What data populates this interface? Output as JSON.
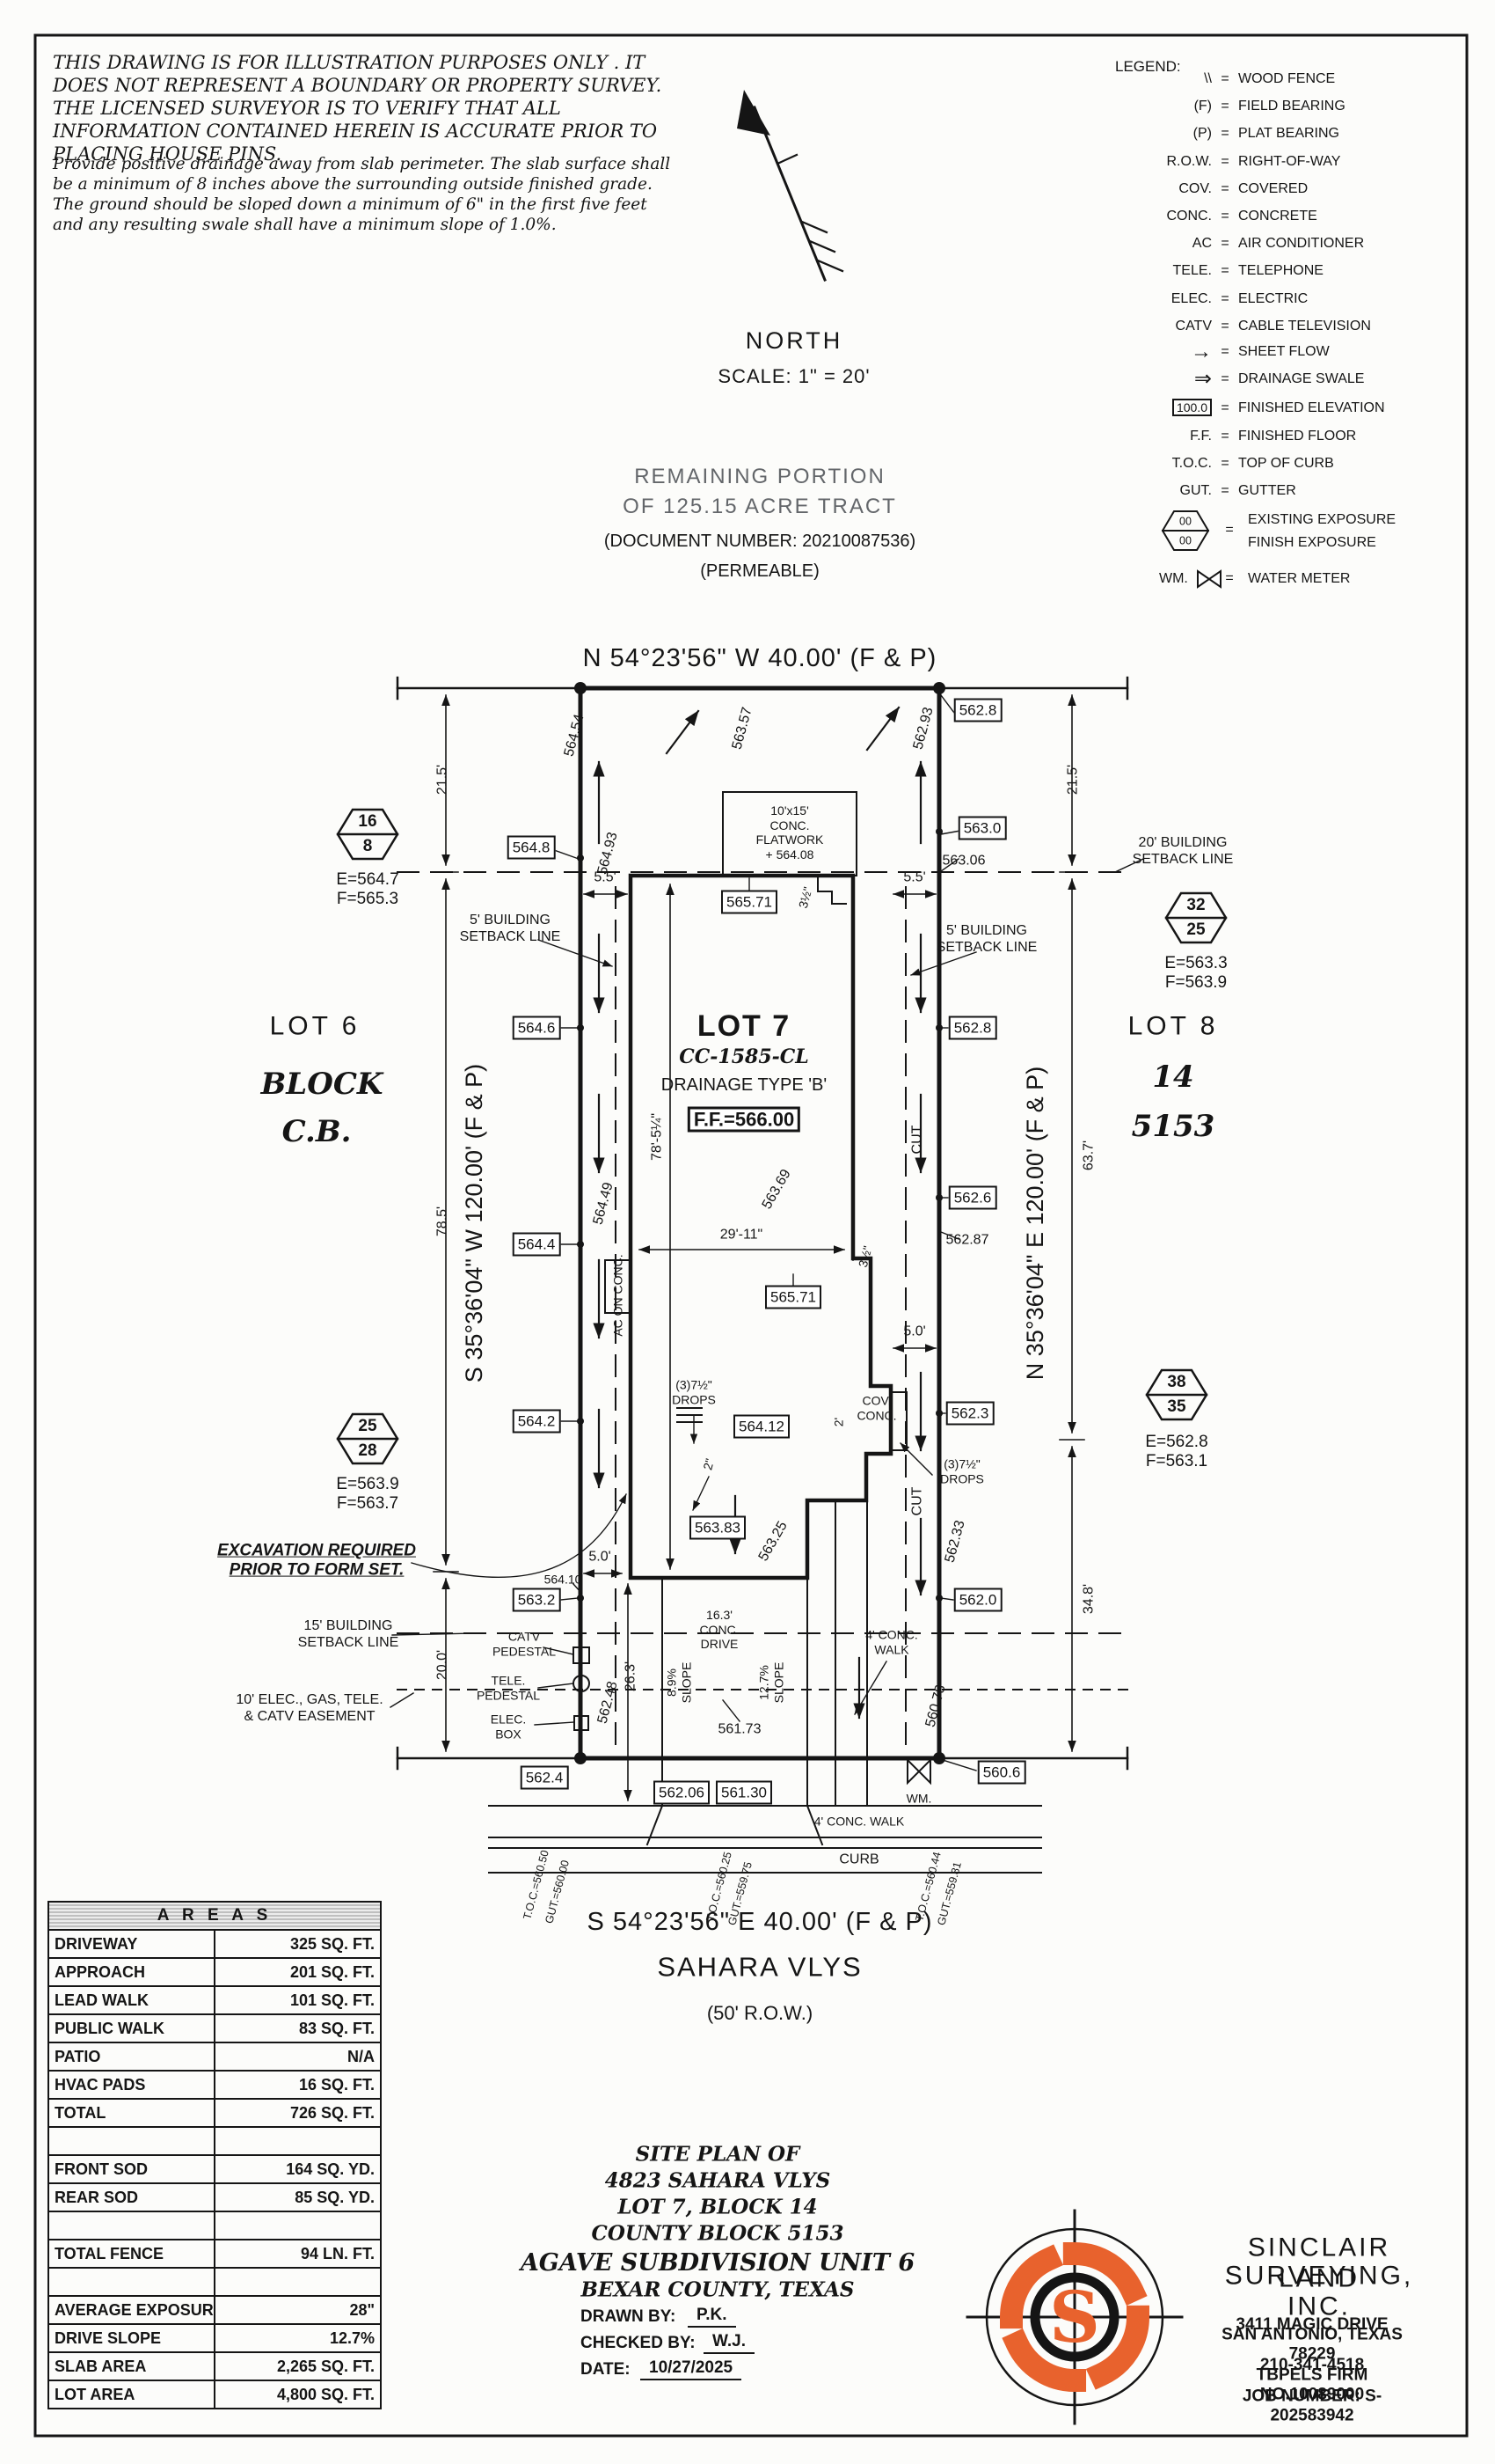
{
  "colors": {
    "accent": "#e8622d",
    "ink": "#151515"
  },
  "disclaimer": {
    "para1": "THIS DRAWING IS FOR ILLUSTRATION PURPOSES ONLY . IT DOES NOT REPRESENT A BOUNDARY OR PROPERTY SURVEY. THE LICENSED SURVEYOR IS TO VERIFY THAT ALL INFORMATION CONTAINED HEREIN IS ACCURATE PRIOR TO PLACING HOUSE PINS.",
    "para2": "Provide positive drainage away from slab perimeter. The slab surface shall be a minimum of 8 inches above the surrounding outside finished grade. The ground should be sloped down a minimum of 6\" in the first five feet and any resulting swale shall have a minimum slope of 1.0%."
  },
  "compass": {
    "north": "NORTH",
    "scale": "SCALE:  1\" = 20'"
  },
  "legend": {
    "title": "LEGEND:",
    "equals": "=",
    "items": [
      {
        "sym": "\\\\",
        "label": "WOOD FENCE"
      },
      {
        "sym": "(F)",
        "label": "FIELD BEARING"
      },
      {
        "sym": "(P)",
        "label": "PLAT BEARING"
      },
      {
        "sym": "R.O.W.",
        "label": "RIGHT-OF-WAY"
      },
      {
        "sym": "COV.",
        "label": "COVERED"
      },
      {
        "sym": "CONC.",
        "label": "CONCRETE"
      },
      {
        "sym": "AC",
        "label": "AIR CONDITIONER"
      },
      {
        "sym": "TELE.",
        "label": "TELEPHONE"
      },
      {
        "sym": "ELEC.",
        "label": "ELECTRIC"
      },
      {
        "sym": "CATV",
        "label": "CABLE TELEVISION"
      },
      {
        "sym": "→",
        "label": "SHEET FLOW"
      },
      {
        "sym": "⇒",
        "label": "DRAINAGE SWALE"
      },
      {
        "sym": "100.0",
        "label": "FINISHED ELEVATION"
      },
      {
        "sym": "F.F.",
        "label": "FINISHED FLOOR"
      },
      {
        "sym": "T.O.C.",
        "label": "TOP OF CURB"
      },
      {
        "sym": "GUT.",
        "label": "GUTTER"
      }
    ],
    "exposure_top": "00",
    "exposure_bottom": "00",
    "exposure_label1": "EXISTING EXPOSURE",
    "exposure_label2": "FINISH EXPOSURE",
    "wm_sym": "WM.",
    "wm_label": "WATER METER"
  },
  "tract": {
    "l1": "REMAINING PORTION",
    "l2": "OF 125.15 ACRE TRACT",
    "l3": "(DOCUMENT NUMBER: 20210087536)",
    "l4": "(PERMEABLE)"
  },
  "plan": {
    "bearing_top": "N 54°23'56\" W  40.00'  (F & P)",
    "bearing_bottom": "S 54°23'56\" E  40.00'  (F & P)",
    "bearing_left": "S 35°36'04\" W  120.00'  (F & P)",
    "bearing_right": "N 35°36'04\" E  120.00'  (F & P)",
    "street_name": "SAHARA VLYS",
    "street_row": "(50' R.O.W.)",
    "lot6": {
      "name": "LOT 6",
      "line2": "BLOCK",
      "line3": "C.B."
    },
    "lot7": {
      "name": "LOT 7",
      "line2": "CC-1585-CL",
      "line3": "DRAINAGE TYPE 'B'",
      "ff": "F.F.=566.00"
    },
    "lot8": {
      "name": "LOT 8",
      "line2": "14",
      "line3": "5153"
    },
    "markers": [
      {
        "a": "16",
        "b": "8",
        "e": "E=564.7",
        "f": "F=565.3"
      },
      {
        "a": "32",
        "b": "25",
        "e": "E=563.3",
        "f": "F=563.9"
      },
      {
        "a": "25",
        "b": "28",
        "e": "E=563.9",
        "f": "F=563.7"
      },
      {
        "a": "38",
        "b": "35",
        "e": "E=562.8",
        "f": "F=563.1"
      }
    ],
    "spot": [
      "562.8",
      "564.8",
      "563.0",
      "565.71",
      "564.6",
      "562.8",
      "562.6",
      "564.4",
      "565.71",
      "564.2",
      "562.3",
      "564.12",
      "563.83",
      "563.2",
      "562.0",
      "562.4",
      "562.06",
      "561.30",
      "560.6"
    ],
    "free": [
      "564.54",
      "563.57",
      "562.93",
      "564.93",
      "563.06",
      "564.49",
      "563.69",
      "562.87",
      "563.25",
      "562.33",
      "564.10",
      "562.48",
      "560.78",
      "561.73"
    ],
    "dims": {
      "left_21_5": "21.5'",
      "right_21_5": "21.5'",
      "left_5_5": "5.5'",
      "right_5_5": "5.5'",
      "house_depth": "78'-5¼\"",
      "house_width": "29'-11\"",
      "left_78_5": "78.5'",
      "left_20_0": "20.0'",
      "right_63_7": "63.7'",
      "right_34_8": "34.8'",
      "porch_5_0": "5.0'",
      "rear_5_0": "5.0'",
      "drive_26_3": "26.3'",
      "step_3h_a": "3½\"",
      "step_3h_b": "3½\"",
      "porch_2": "2'",
      "step_2": "2\""
    },
    "labels": {
      "setback20": "20' BUILDING\nSETBACK LINE",
      "setback5_left": "5' BUILDING\nSETBACK LINE",
      "setback5_right": "5' BUILDING\nSETBACK LINE",
      "setback15": "15' BUILDING\nSETBACK LINE",
      "easement10": "10' ELEC., GAS, TELE.\n& CATV EASEMENT",
      "flatwork": "10'x15'\nCONC.\nFLATWORK\n+ 564.08",
      "ac_pad": "AC ON CONC.",
      "cut_a": "CUT",
      "cut_b": "CUT",
      "drops_left": "(3)7½\"\nDROPS",
      "drops_right": "(3)7½\"\nDROPS",
      "cov_conc": "COV.\nCONC.",
      "excavation": "EXCAVATION REQUIRED\nPRIOR TO FORM SET.",
      "catv_pedestal": "CATV\nPEDESTAL",
      "tele_pedestal": "TELE.\nPEDESTAL",
      "elec_box": "ELEC.\nBOX",
      "drive": "16.3'\nCONC.\nDRIVE",
      "walk_upper": "4' CONC.\nWALK",
      "walk_lower": "4' CONC. WALK",
      "slope_a": "8.9%\nSLOPE",
      "slope_b": "12.7%\nSLOPE",
      "curb": "CURB",
      "wm": "WM.",
      "toc_a": "T.O.C.=560.50",
      "gut_a": "GUT.=560.00",
      "toc_b": "T.O.C.=560.25",
      "gut_b": "GUT.=559.75",
      "toc_c": "T.O.C.=560.44",
      "gut_c": "GUT.=559.81"
    }
  },
  "areas": {
    "title": "A R E A S",
    "rows": [
      {
        "k": "DRIVEWAY",
        "v": "325 SQ. FT."
      },
      {
        "k": "APPROACH",
        "v": "201 SQ. FT."
      },
      {
        "k": "LEAD WALK",
        "v": "101 SQ. FT."
      },
      {
        "k": "PUBLIC WALK",
        "v": "83 SQ. FT."
      },
      {
        "k": "PATIO",
        "v": "N/A"
      },
      {
        "k": "HVAC PADS",
        "v": "16 SQ. FT."
      },
      {
        "k": "TOTAL",
        "v": "726 SQ. FT."
      },
      {
        "k": "",
        "v": ""
      },
      {
        "k": "FRONT SOD",
        "v": "164 SQ. YD."
      },
      {
        "k": "REAR SOD",
        "v": "85 SQ. YD."
      },
      {
        "k": "",
        "v": ""
      },
      {
        "k": "TOTAL FENCE",
        "v": "94 LN. FT."
      },
      {
        "k": "",
        "v": ""
      },
      {
        "k": "AVERAGE EXPOSURE",
        "v": "28\""
      },
      {
        "k": "DRIVE SLOPE",
        "v": "12.7%"
      },
      {
        "k": "SLAB AREA",
        "v": "2,265 SQ. FT."
      },
      {
        "k": "LOT AREA",
        "v": "4,800 SQ. FT."
      }
    ]
  },
  "title_block": {
    "l1": "SITE PLAN OF",
    "l2": "4823 SAHARA VLYS",
    "l3": "LOT 7, BLOCK 14",
    "l4": "COUNTY BLOCK 5153",
    "l5": "AGAVE SUBDIVISION UNIT 6",
    "l6": "BEXAR COUNTY, TEXAS",
    "drawn_label": "DRAWN BY:",
    "drawn": "P.K.",
    "checked_label": "CHECKED BY:",
    "checked": "W.J.",
    "date_label": "DATE:",
    "date": "10/27/2025"
  },
  "firm": {
    "logo_letter": "S",
    "name1": "SINCLAIR LAND",
    "name2": "SURVEYING, INC.",
    "addr1": "3411 MAGIC DRIVE",
    "addr2": "SAN ANTONIO, TEXAS 78229",
    "phone": "210-341-4518",
    "firm_no": "TBPELS FIRM NO.10089000",
    "job": "JOB NUMBER:  S-202583942"
  }
}
